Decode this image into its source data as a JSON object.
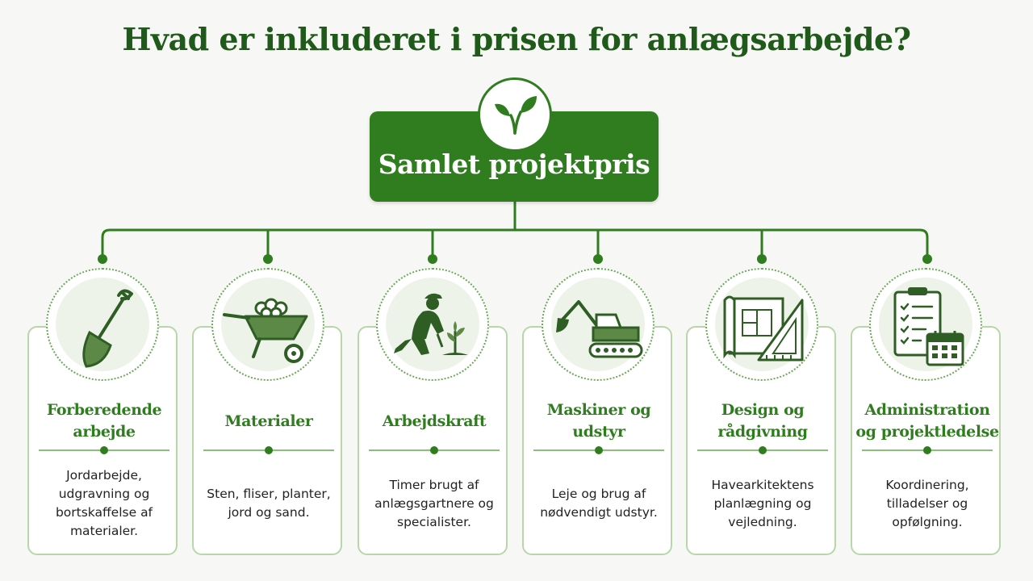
{
  "title": "Hvad er inkluderet i prisen for anlægsarbejde?",
  "root": {
    "label": "Samlet projektpris",
    "icon": "leaf-sprout-icon"
  },
  "colors": {
    "primary": "#2f7d1f",
    "title": "#1f5a1a",
    "card_border": "#b9d6a8",
    "circle_fill": "#eef3ea"
  },
  "categories": [
    {
      "title": "Forberedende arbejde",
      "description": "Jordarbejde, udgravning og bortskaffelse af materialer.",
      "icon": "shovel-icon"
    },
    {
      "title": "Materialer",
      "description": "Sten, fliser, planter, jord og sand.",
      "icon": "wheelbarrow-icon"
    },
    {
      "title": "Arbejdskraft",
      "description": "Timer brugt af anlægsgartnere og specialister.",
      "icon": "gardener-planting-icon"
    },
    {
      "title": "Maskiner og udstyr",
      "description": "Leje og brug af nødvendigt udstyr.",
      "icon": "excavator-icon"
    },
    {
      "title": "Design og rådgivning",
      "description": "Havearkitektens planlægning og vejledning.",
      "icon": "blueprint-ruler-icon"
    },
    {
      "title": "Administration og projektledelse",
      "description": "Koordinering, tilladelser og opfølgning.",
      "icon": "clipboard-calendar-icon"
    }
  ]
}
